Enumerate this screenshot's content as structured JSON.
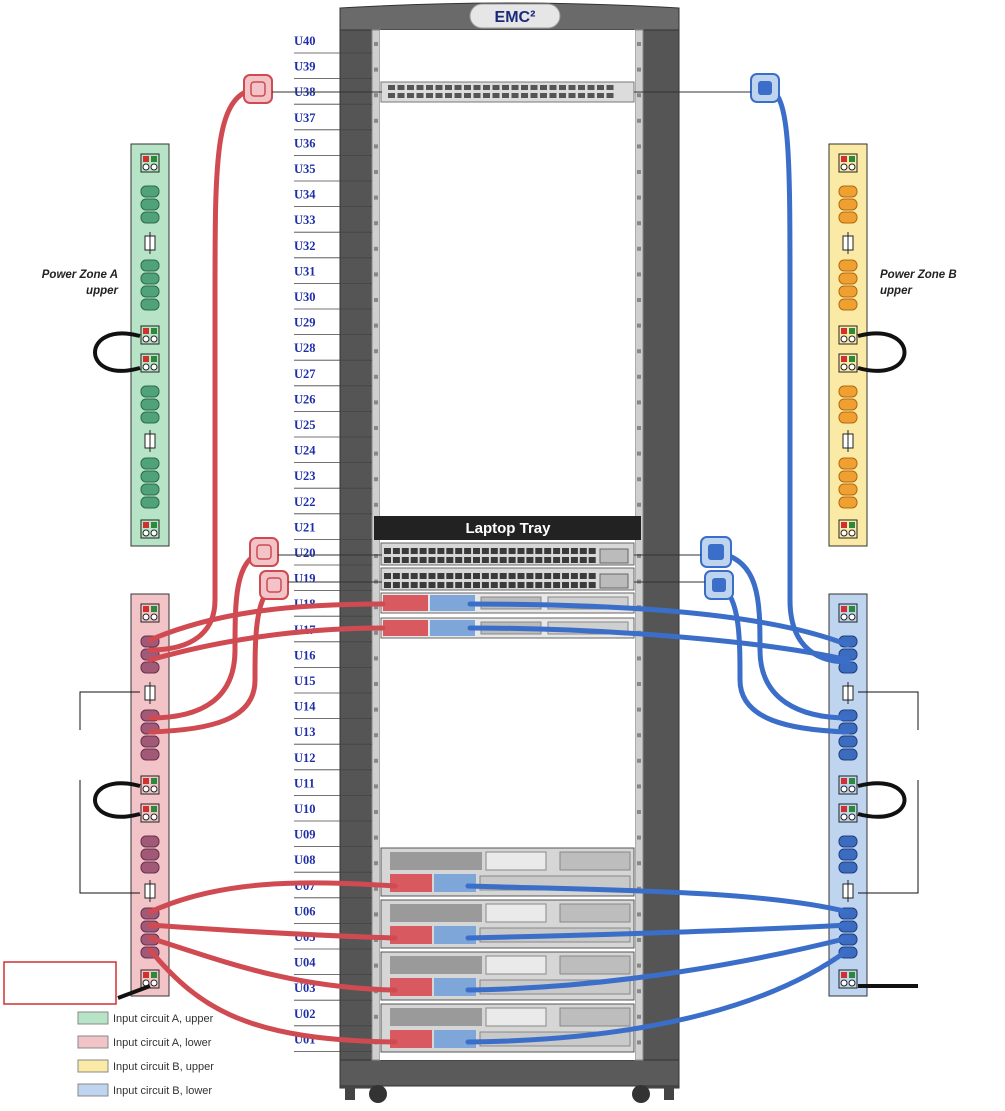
{
  "rack": {
    "brand": "EMC²",
    "laptop_tray": "Laptop Tray",
    "units": [
      "U40",
      "U39",
      "U38",
      "U37",
      "U36",
      "U35",
      "U34",
      "U33",
      "U32",
      "U31",
      "U30",
      "U29",
      "U28",
      "U27",
      "U26",
      "U25",
      "U24",
      "U23",
      "U22",
      "U21",
      "U20",
      "U19",
      "U18",
      "U17",
      "U16",
      "U15",
      "U14",
      "U13",
      "U12",
      "U11",
      "U10",
      "U09",
      "U08",
      "U07",
      "U06",
      "U05",
      "U04",
      "U03",
      "U02",
      "U01"
    ]
  },
  "zones": {
    "a_upper": [
      "Power Zone A",
      "upper"
    ],
    "b_upper": [
      "Power Zone B",
      "upper"
    ]
  },
  "legend": [
    {
      "label": "Input circuit A, upper",
      "color": "#b7e4c7"
    },
    {
      "label": "Input circuit A, lower",
      "color": "#f2c4c8"
    },
    {
      "label": "Input circuit B, upper",
      "color": "#fbeaa5"
    },
    {
      "label": "Input circuit B, lower",
      "color": "#bfd4ee"
    }
  ],
  "colors": {
    "cable_a": "#d04a52",
    "cable_b": "#3b6ec8",
    "pdu_a_upper": "#b7e4c7",
    "pdu_a_lower": "#f2c4c8",
    "pdu_b_upper": "#fbeaa5",
    "pdu_b_lower": "#bfd4ee",
    "highlight_box": "#d03030"
  }
}
